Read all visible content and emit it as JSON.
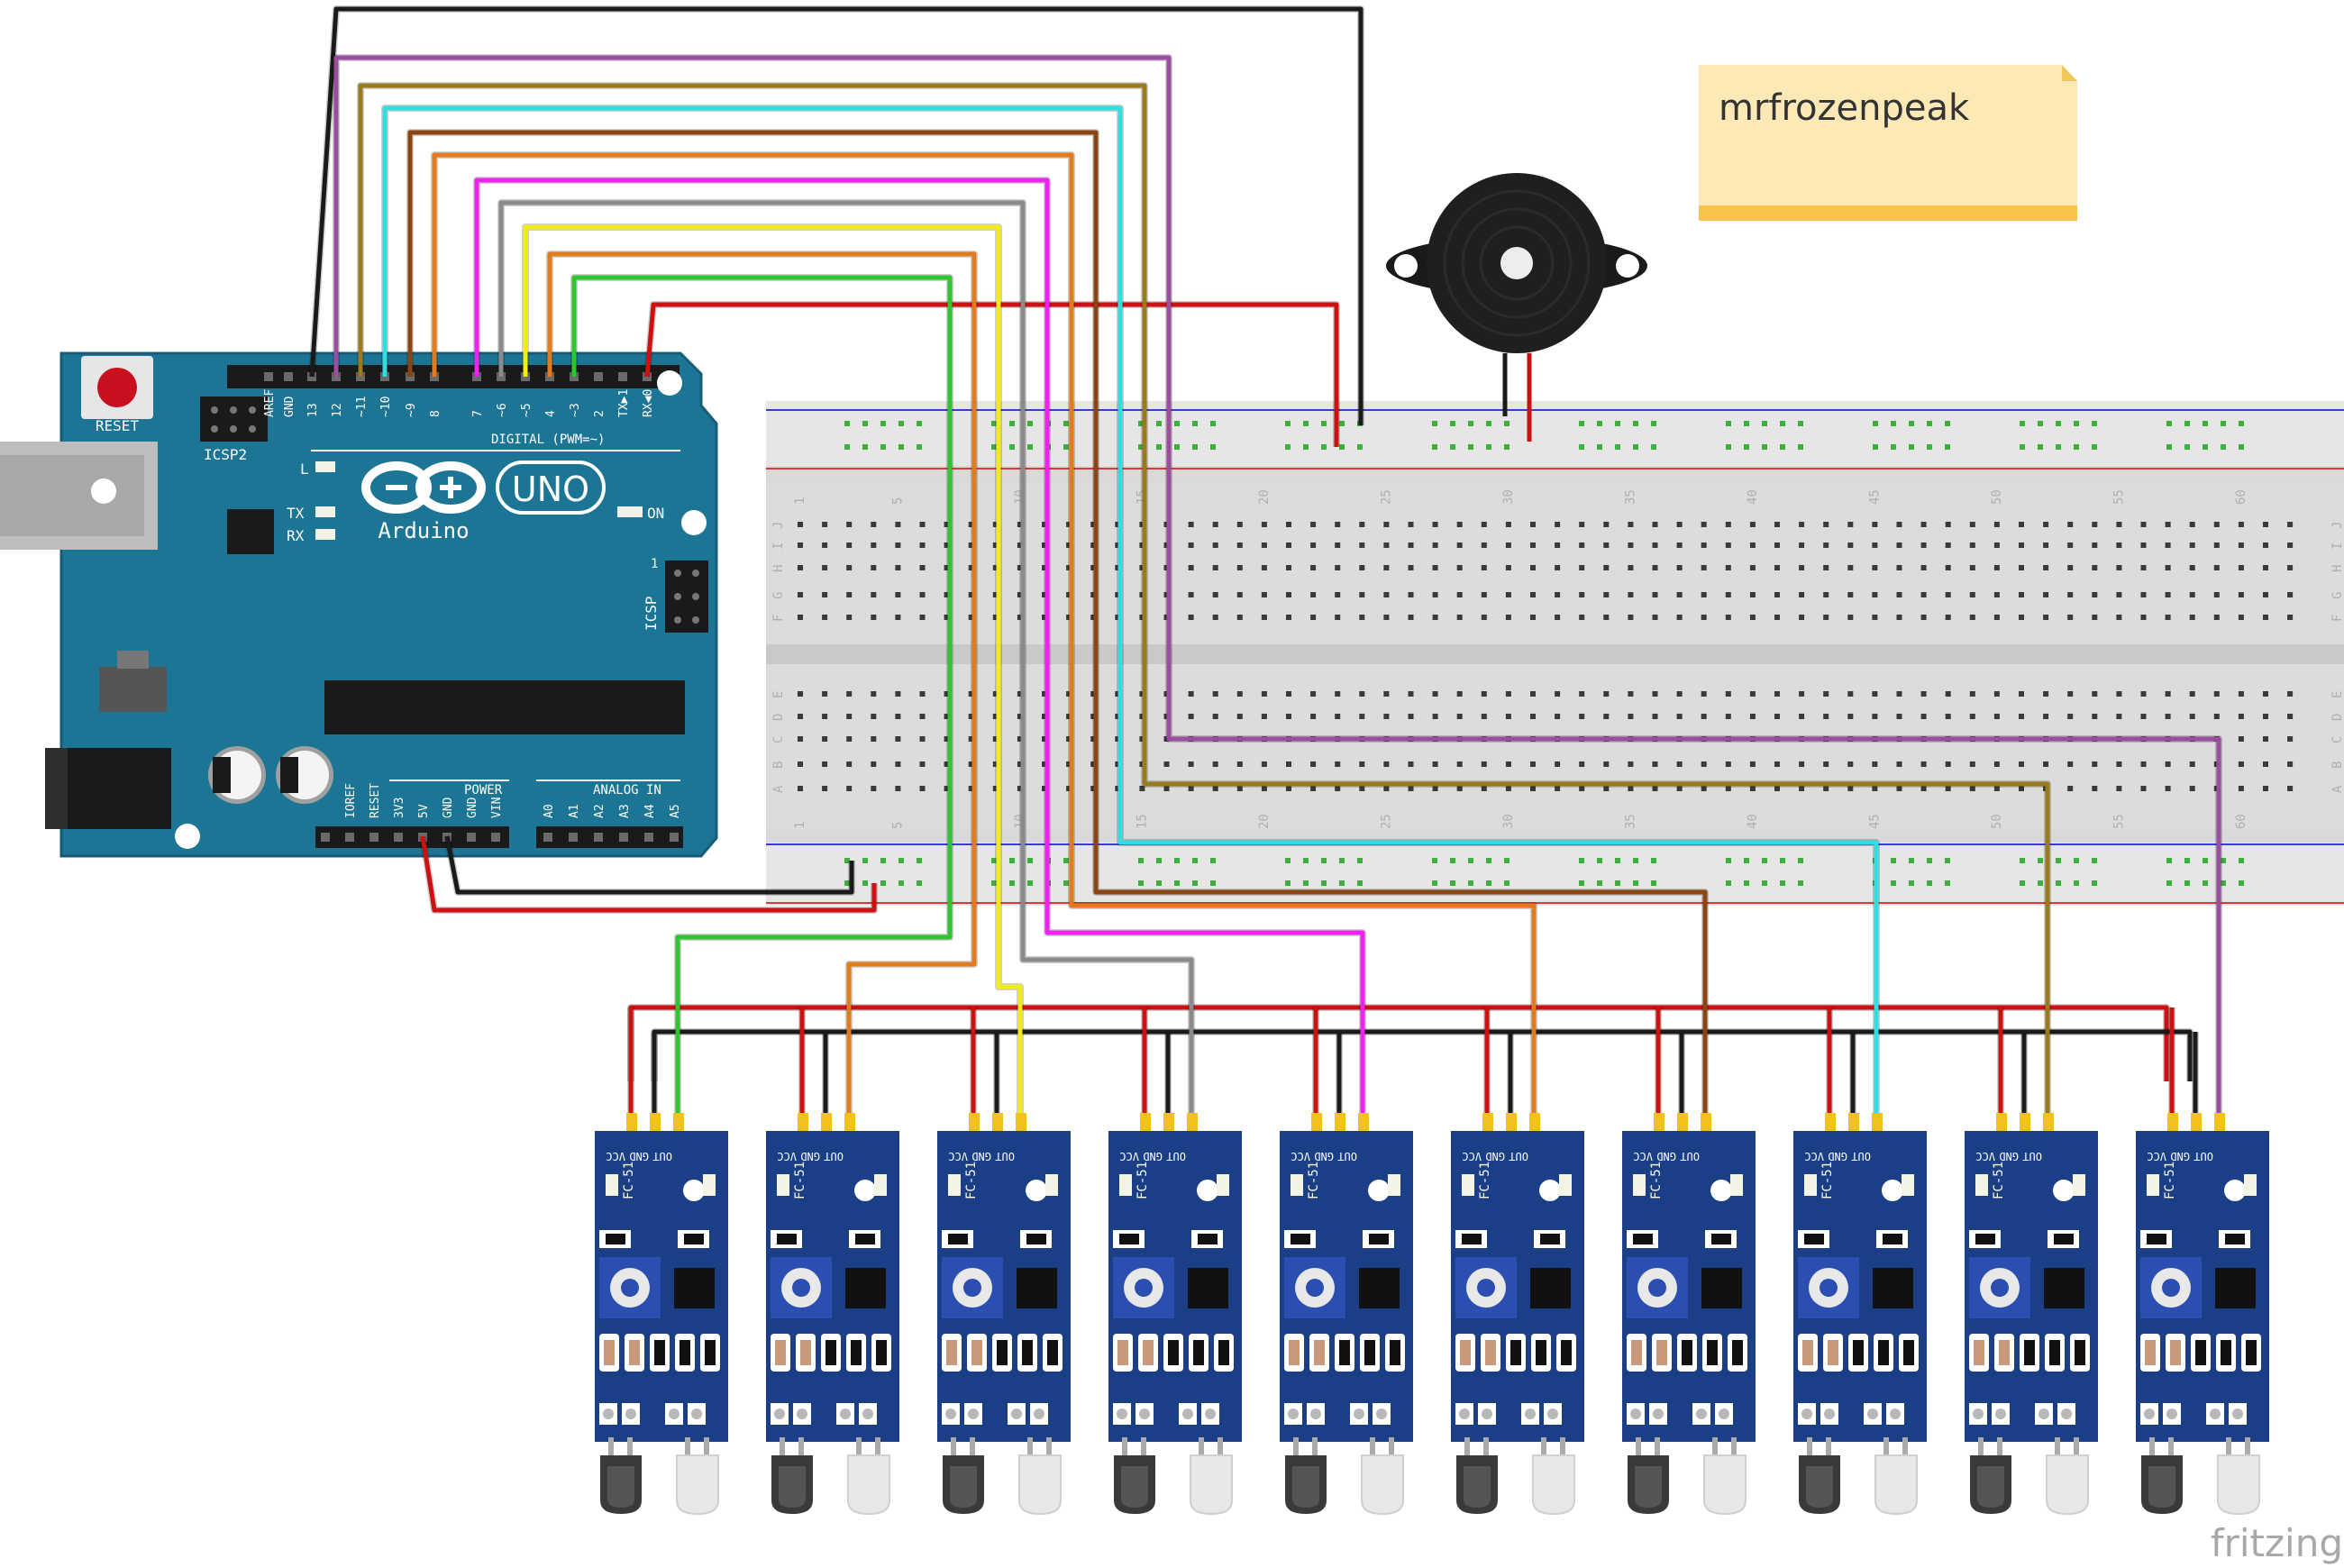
{
  "note": {
    "text": "mrfrozenpeak"
  },
  "watermark": {
    "text": "fritzing"
  },
  "arduino": {
    "reset_label": "RESET",
    "icsp2_label": "ICSP2",
    "icsp_label": "ICSP",
    "icsp_pin1": "1",
    "l_label": "L",
    "tx_label": "TX",
    "rx_label": "RX",
    "on_label": "ON",
    "digital_label": "DIGITAL (PWM=~)",
    "brand_label": "Arduino",
    "model_label": "UNO",
    "power_label": "POWER",
    "analog_label": "ANALOG IN",
    "digital_pins": [
      "AREF",
      "GND",
      "13",
      "12",
      "~11",
      "~10",
      "~9",
      "8",
      "7",
      "~6",
      "~5",
      "4",
      "~3",
      "2",
      "TX▶1",
      "RX◀0"
    ],
    "power_pins": [
      "IOREF",
      "RESET",
      "3V3",
      "5V",
      "GND",
      "GND",
      "VIN"
    ],
    "analog_pins": [
      "A0",
      "A1",
      "A2",
      "A3",
      "A4",
      "A5"
    ]
  },
  "breadboard": {
    "column_numbers": [
      "1",
      "5",
      "10",
      "15",
      "20",
      "25",
      "30",
      "35",
      "40",
      "45",
      "50",
      "55",
      "60"
    ],
    "row_letters_top": [
      "J",
      "I",
      "H",
      "G",
      "F"
    ],
    "row_letters_bottom": [
      "E",
      "D",
      "C",
      "B",
      "A"
    ]
  },
  "sensor": {
    "pin_labels": [
      "OUT",
      "GND",
      "VCC"
    ],
    "model_label": "FC-51",
    "count": 10
  },
  "colors": {
    "wire_red": "#cc1111",
    "wire_black": "#1a1a1a",
    "arduino_blue": "#1d7596",
    "sensor_blue": "#1a3f86",
    "note_bg": "#fde9b6",
    "out_wires": [
      "#2ec52e",
      "#e07b1f",
      "#f2ea1a",
      "#8a8a8a",
      "#ee22ee",
      "#e07b1f",
      "#8b4513",
      "#33dddd",
      "#8b4513",
      "#9b4ea0"
    ]
  }
}
